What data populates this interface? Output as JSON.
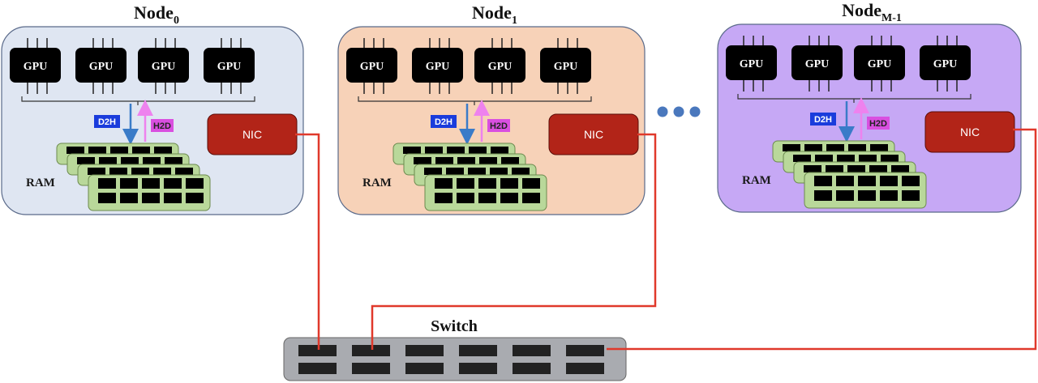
{
  "diagram": {
    "nodes": [
      {
        "id": "node0",
        "title": "Node",
        "subscript": "0",
        "fill": "#dfe6f2",
        "gpus": [
          "GPU",
          "GPU",
          "GPU",
          "GPU"
        ],
        "ram_label": "RAM",
        "nic_label": "NIC",
        "d2h_label": "D2H",
        "h2d_label": "H2D"
      },
      {
        "id": "node1",
        "title": "Node",
        "subscript": "1",
        "fill": "#f7d2b8",
        "gpus": [
          "GPU",
          "GPU",
          "GPU",
          "GPU"
        ],
        "ram_label": "RAM",
        "nic_label": "NIC",
        "d2h_label": "D2H",
        "h2d_label": "H2D"
      },
      {
        "id": "nodeM1",
        "title": "Node",
        "subscript": "M-1",
        "fill": "#c6a8f5",
        "gpus": [
          "GPU",
          "GPU",
          "GPU",
          "GPU"
        ],
        "ram_label": "RAM",
        "nic_label": "NIC",
        "d2h_label": "D2H",
        "h2d_label": "H2D"
      }
    ],
    "ellipsis_dots": 3,
    "switch": {
      "label": "Switch",
      "port_columns": 6,
      "port_rows": 2
    },
    "colors": {
      "gpu": "#000000",
      "ram": "#b9d89a",
      "nic": "#b22418",
      "wire": "#e0392b",
      "d2h_arrow": "#3a7bc8",
      "h2d_arrow": "#ee82ee",
      "d2h_tag": "#1a3cdc",
      "h2d_tag": "#d94fe0",
      "dots": "#4a78bd",
      "switch": "#a9abb0"
    }
  }
}
